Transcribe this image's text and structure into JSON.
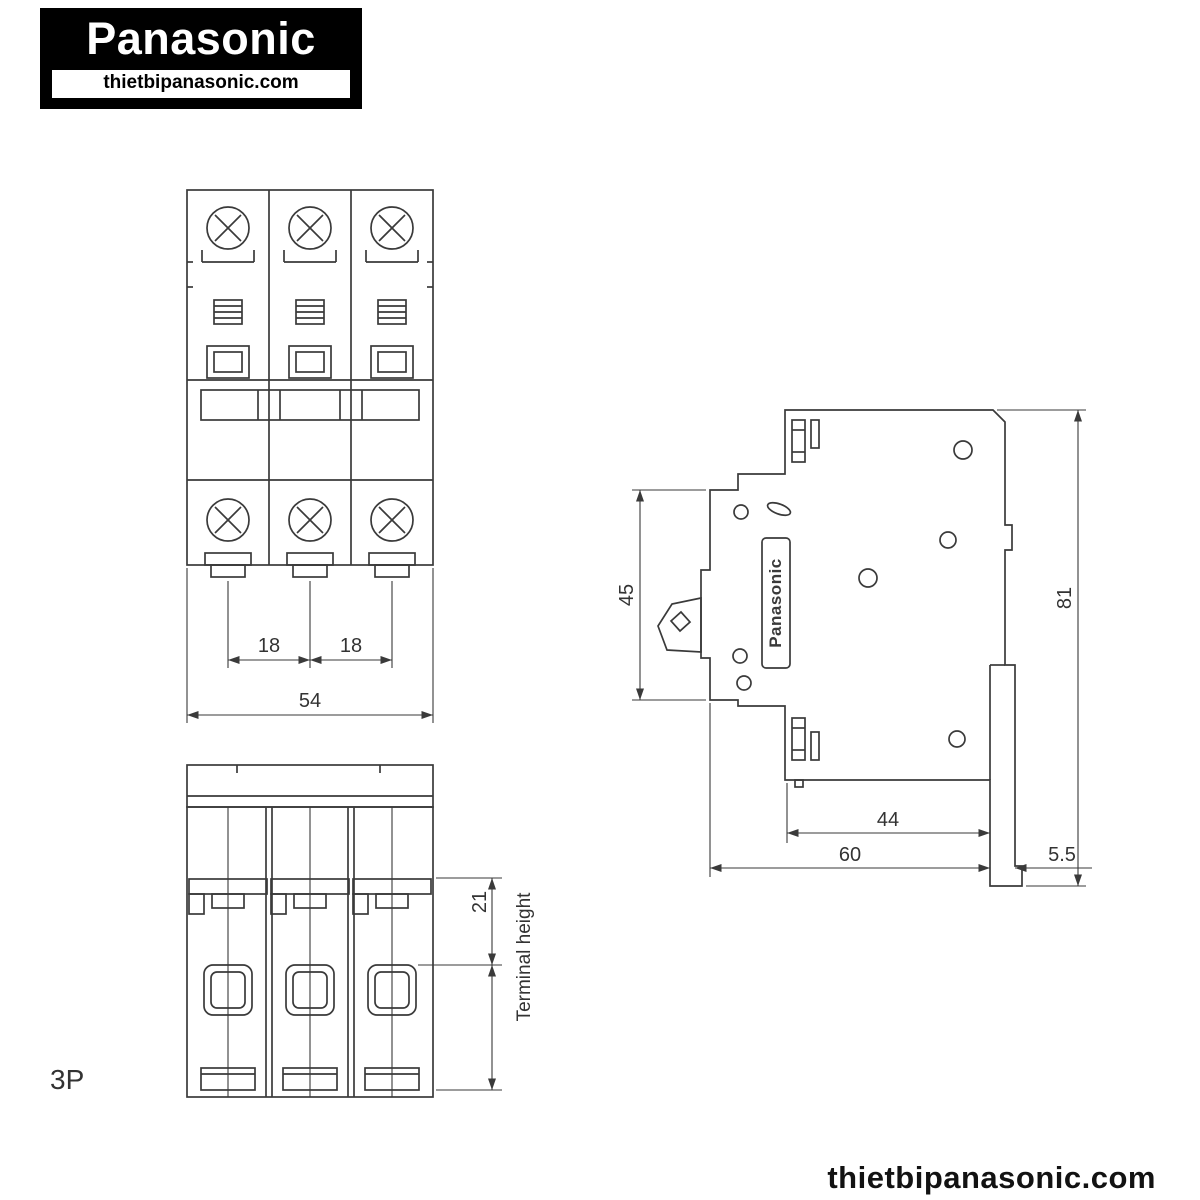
{
  "page": {
    "background": "#ffffff"
  },
  "logo": {
    "brand": "Panasonic",
    "website": "thietbipanasonic.com"
  },
  "footer": {
    "website": "thietbipanasonic.com"
  },
  "drawing": {
    "variant_label": "3P",
    "side_view_brand": "Panasonic",
    "dimensions": {
      "pole_pitch_a": "18",
      "pole_pitch_b": "18",
      "overall_width": "54",
      "front_height": "45",
      "overall_height": "81",
      "body_depth": "44",
      "overall_depth": "60",
      "clip_offset": "5.5",
      "terminal_height_value": "21",
      "terminal_height_label": "Terminal height"
    },
    "colors": {
      "line": "#3a3a3a",
      "text": "#333333"
    }
  }
}
